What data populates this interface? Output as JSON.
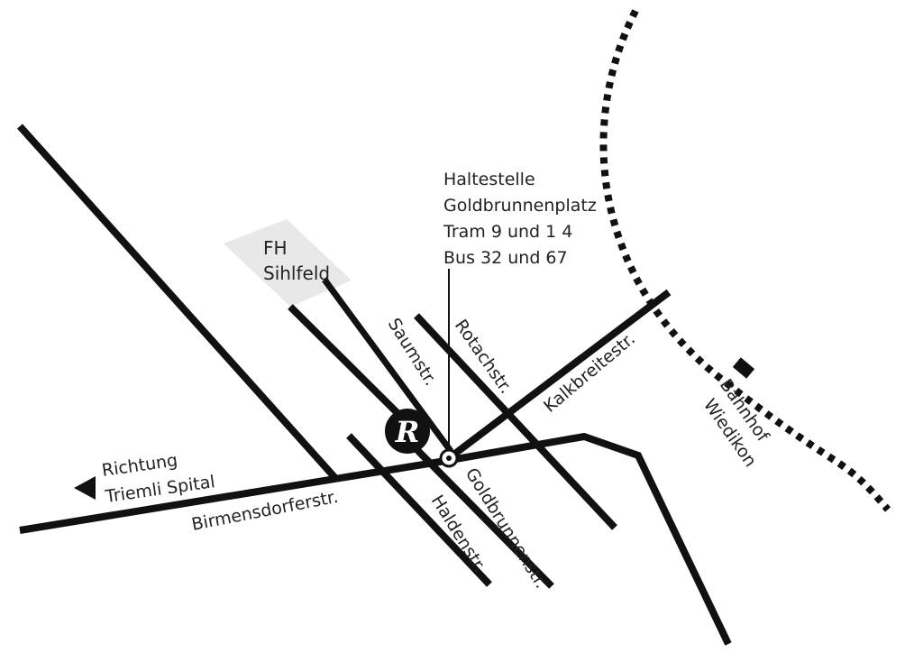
{
  "map": {
    "stop": {
      "lines": [
        "Haltestelle",
        "Goldbrunnenplatz",
        "Tram 9 und 1 4",
        "Bus 32 und 67"
      ]
    },
    "building": {
      "lines": [
        "FH",
        "Sihlfeld"
      ]
    },
    "direction": {
      "lines": [
        "Richtung",
        "Triemli Spital"
      ]
    },
    "station": {
      "lines": [
        "Bahnhof",
        "Wiedikon"
      ]
    },
    "streets": {
      "birmensdorfer": "Birmensdorferstr.",
      "saum": "Saumstr.",
      "rotach": "Rotachstr.",
      "kalkbreite": "Kalkbreitestr.",
      "goldbrunnen": "Goldbrunnenstr.",
      "halden": "Haldenstr."
    },
    "logo_letter": "R",
    "colors": {
      "street": "#111111",
      "building": "#e8e8e8",
      "text": "#222222",
      "background": "#ffffff"
    }
  }
}
